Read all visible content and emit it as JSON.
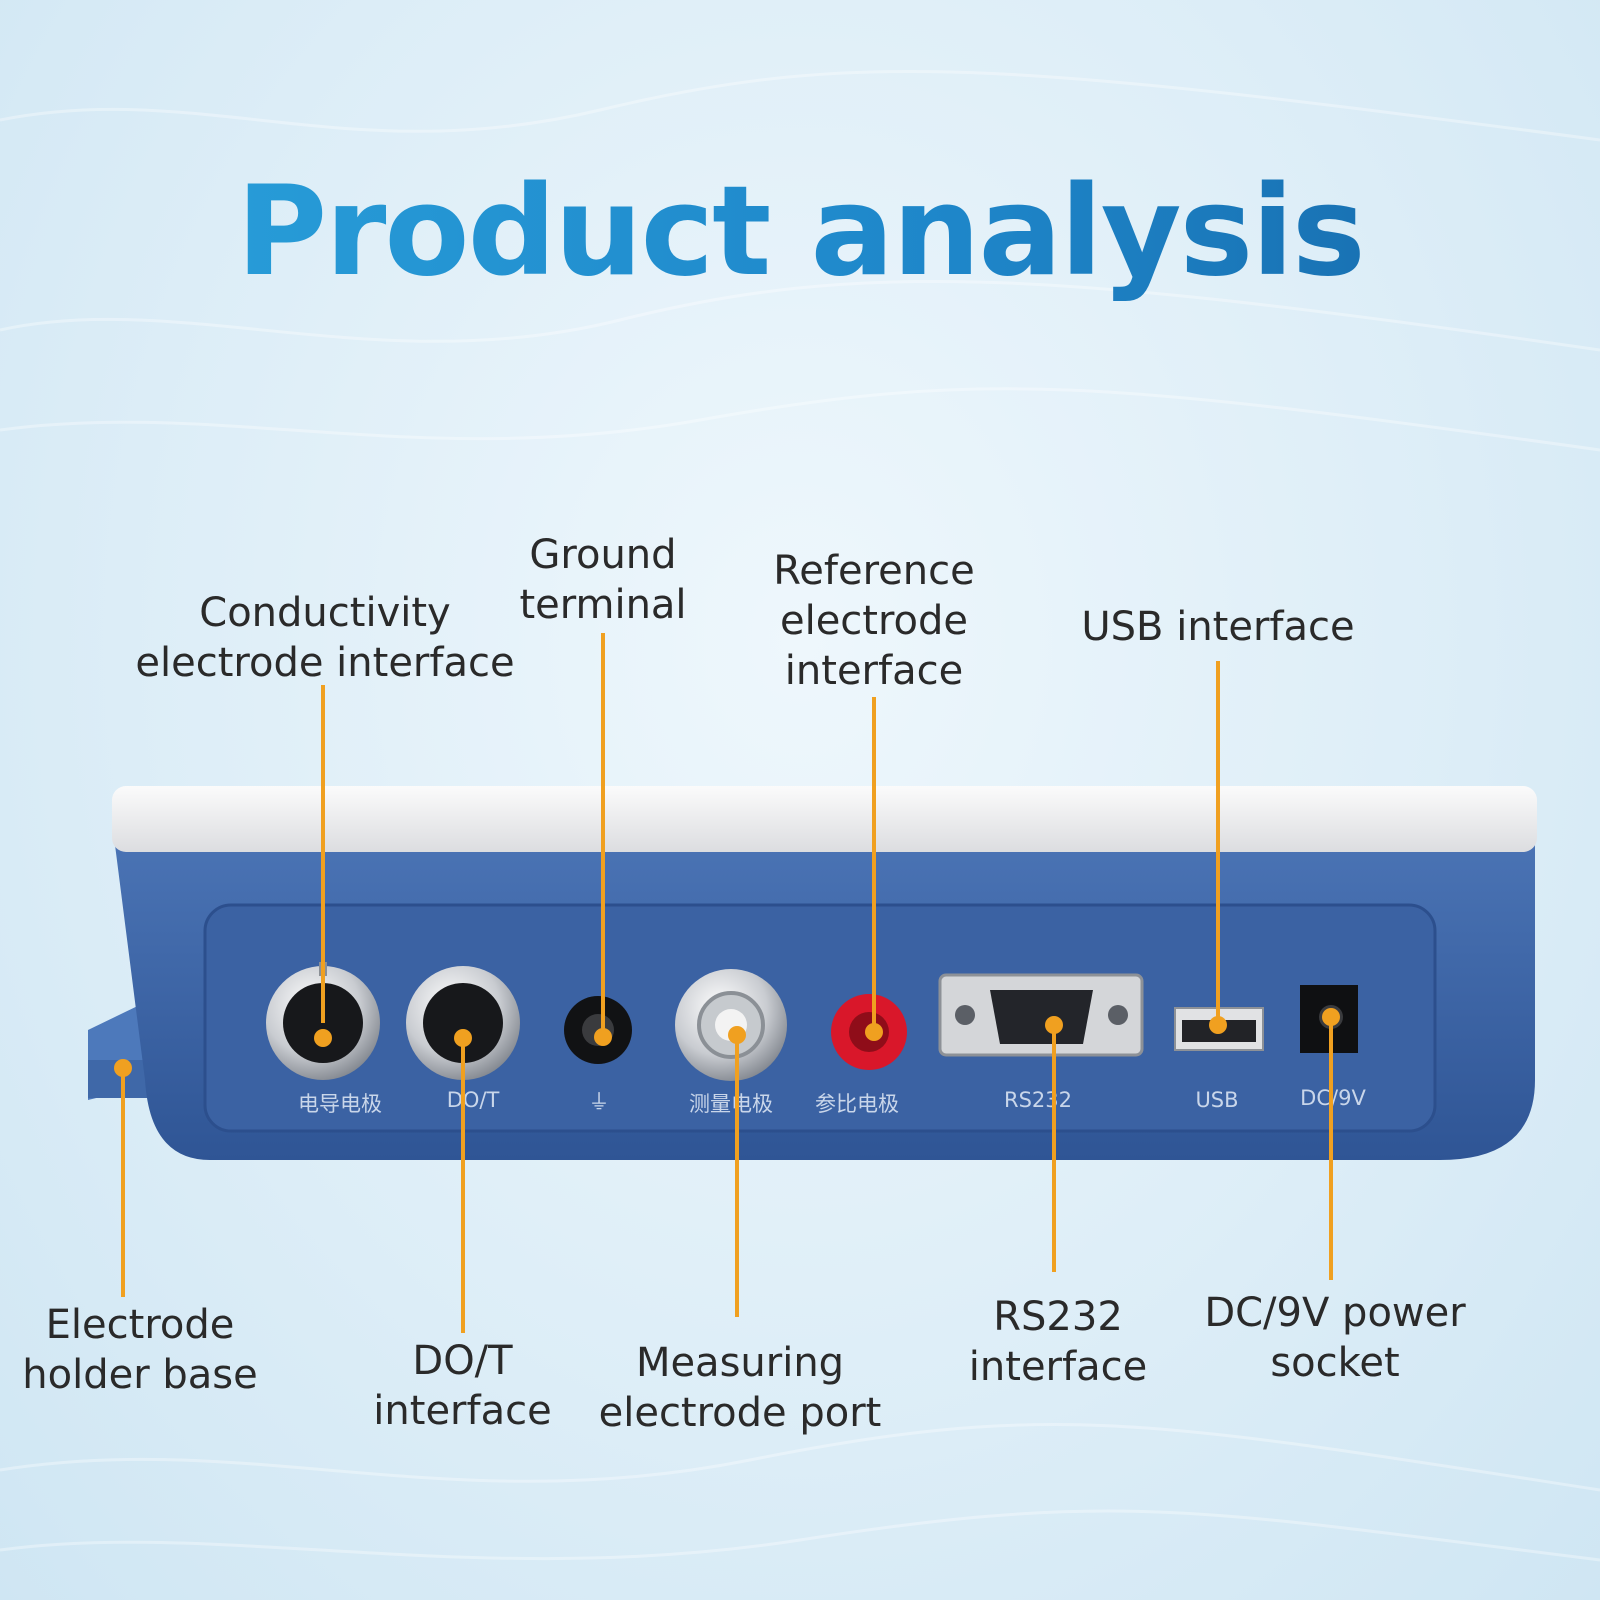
{
  "title": "Product analysis",
  "colors": {
    "accent_orange": "#f0a020",
    "device_blue": "#3d66a8",
    "title_blue": "#1e86c9"
  },
  "labels": {
    "conductivity": [
      "Conductivity",
      "electrode interface"
    ],
    "ground": [
      "Ground",
      "terminal"
    ],
    "reference": [
      "Reference",
      "electrode",
      "interface"
    ],
    "usb": [
      "USB interface"
    ],
    "holder": [
      "Electrode",
      "holder base"
    ],
    "dot": [
      "DO/T",
      "interface"
    ],
    "measuring": [
      "Measuring",
      "electrode port"
    ],
    "rs232": [
      "RS232",
      "interface"
    ],
    "dc": [
      "DC/9V power",
      "socket"
    ]
  },
  "panel": {
    "conductivity": "电导电极",
    "dot": "DO/T",
    "ground_symbol": "⏚",
    "measuring": "测量电极",
    "reference": "参比电极",
    "rs232": "RS232",
    "usb": "USB",
    "dc": "DC/9V"
  }
}
